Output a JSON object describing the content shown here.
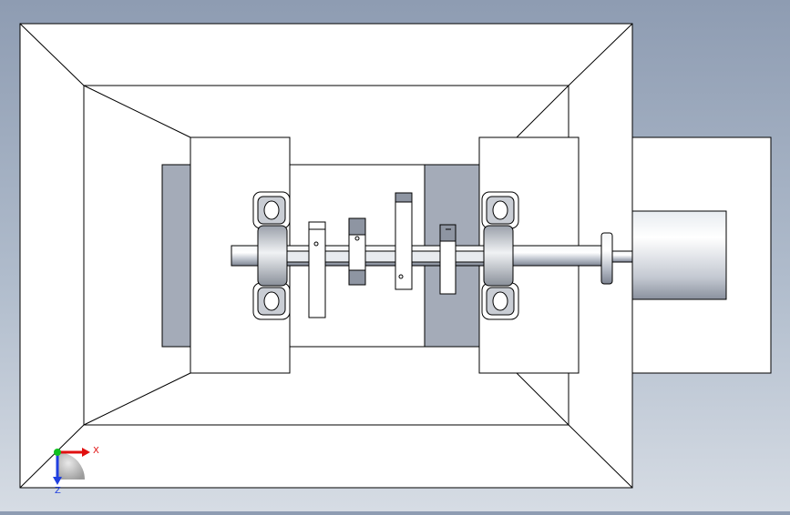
{
  "viewport": {
    "background_top": "#8e9cb2",
    "background_bottom": "#d6dce4"
  },
  "model": {
    "line_color": "#000000",
    "face_color": "#ffffff",
    "dark_face_color": "#a4abb8",
    "shaft_color": "#d8dce2",
    "parts": [
      "outer-frame",
      "inner-frame",
      "left-bearing-block",
      "right-bearing-block",
      "shaft",
      "motor",
      "coupling",
      "cams"
    ]
  },
  "triad": {
    "x_label": "X",
    "z_label": "Z",
    "x_color": "#e01010",
    "y_color": "#10c020",
    "z_color": "#2040e0"
  }
}
